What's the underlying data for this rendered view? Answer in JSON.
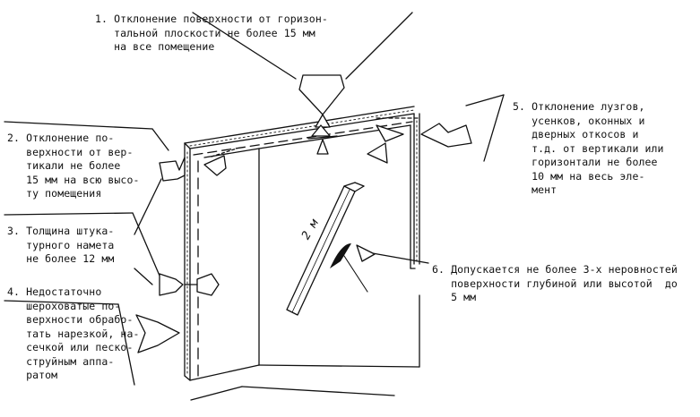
{
  "notes": {
    "n1": "1. Отклонение поверхности от горизон-\n   тальной плоскости не более 15 мм\n   на все помещение",
    "n2": "2. Отклонение по-\n   верхности от вер-\n   тикали не более\n   15 мм на всю высо-\n   ту помещения",
    "n3": "3. Толщина штука-\n   турного намета\n   не более 12 мм",
    "n4": "4. Недостаточно\n   шероховатые по-\n   верхности обрабо-\n   тать нарезкой, на-\n   сечкой или песко-\n   струйным аппа-\n   ратом",
    "n5": "5. Отклонение лузгов,\n   усенков, оконных и\n   дверных откосов и\n   т.д. от вертикали или\n   горизонтали не более\n   10 мм на весь эле-\n   мент",
    "n6": "6. Допускается не более 3-х неровностей\n   поверхности глубиной или высотой  до\n   5 мм"
  },
  "rule_label": "2 м",
  "colors": {
    "ink": "#111111",
    "paper": "#ffffff"
  }
}
